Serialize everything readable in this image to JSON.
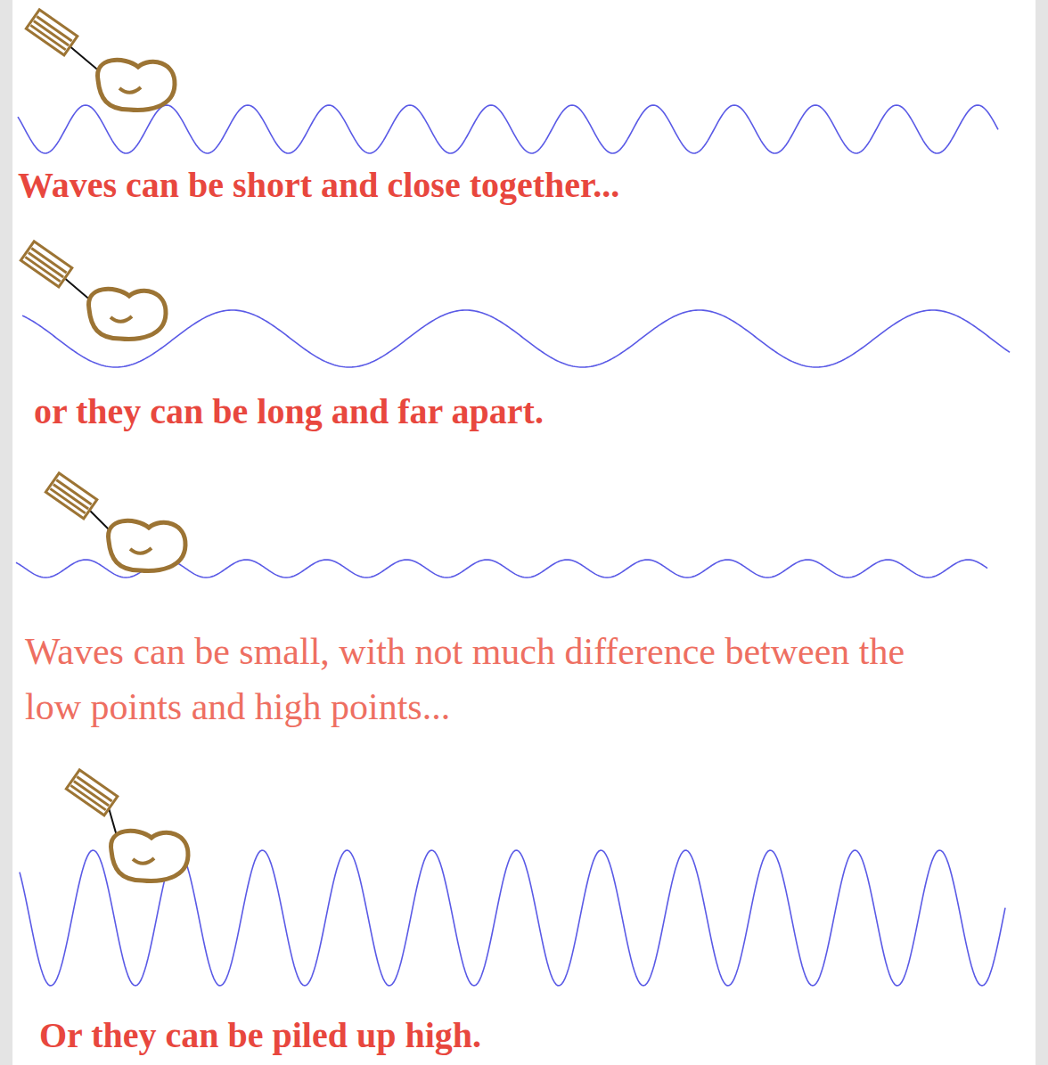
{
  "diagram": {
    "labels": [
      "Waves can be short and close together...",
      "or they can be long and far apart.",
      "Waves can be small, with not much difference between the low points and high points...",
      "Or they can be piled up high."
    ]
  }
}
